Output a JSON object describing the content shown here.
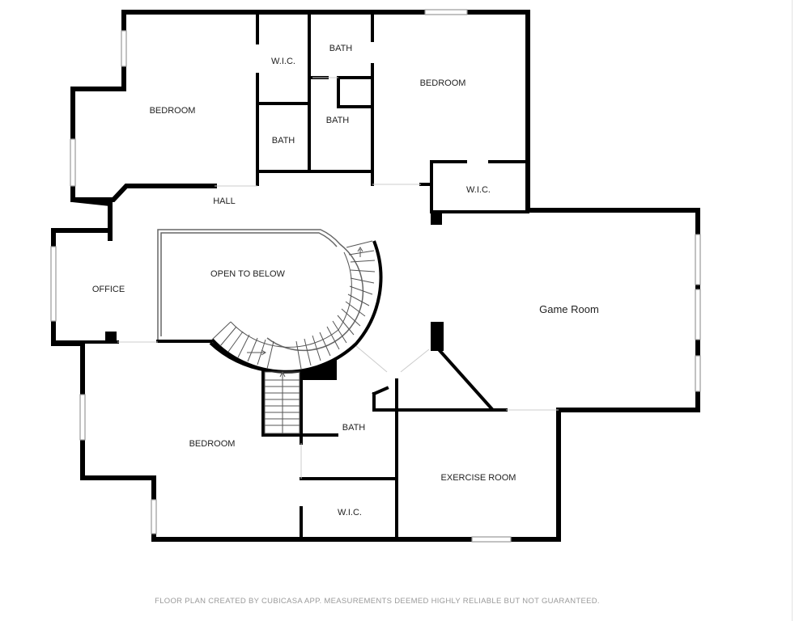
{
  "colors": {
    "wall": "#000000",
    "window": "#9a9a9a",
    "stair": "#555555",
    "background": "#ffffff"
  },
  "rooms": {
    "bedroom_nw": "BEDROOM",
    "wic_top": "W.I.C.",
    "bath_top": "BATH",
    "bedroom_ne": "BEDROOM",
    "bath_mid_right": "BATH",
    "bath_mid_left": "BATH",
    "hall": "HALL",
    "wic_ne": "W.I.C.",
    "open_to_below": "OPEN TO BELOW",
    "office": "OFFICE",
    "game_room": "Game Room",
    "bedroom_sw": "BEDROOM",
    "bath_bottom": "BATH",
    "exercise_room": "EXERCISE ROOM",
    "wic_bottom": "W.I.C."
  },
  "footer": {
    "disclaimer": "FLOOR PLAN CREATED BY CUBICASA APP. MEASUREMENTS DEEMED HIGHLY RELIABLE BUT NOT GUARANTEED."
  }
}
